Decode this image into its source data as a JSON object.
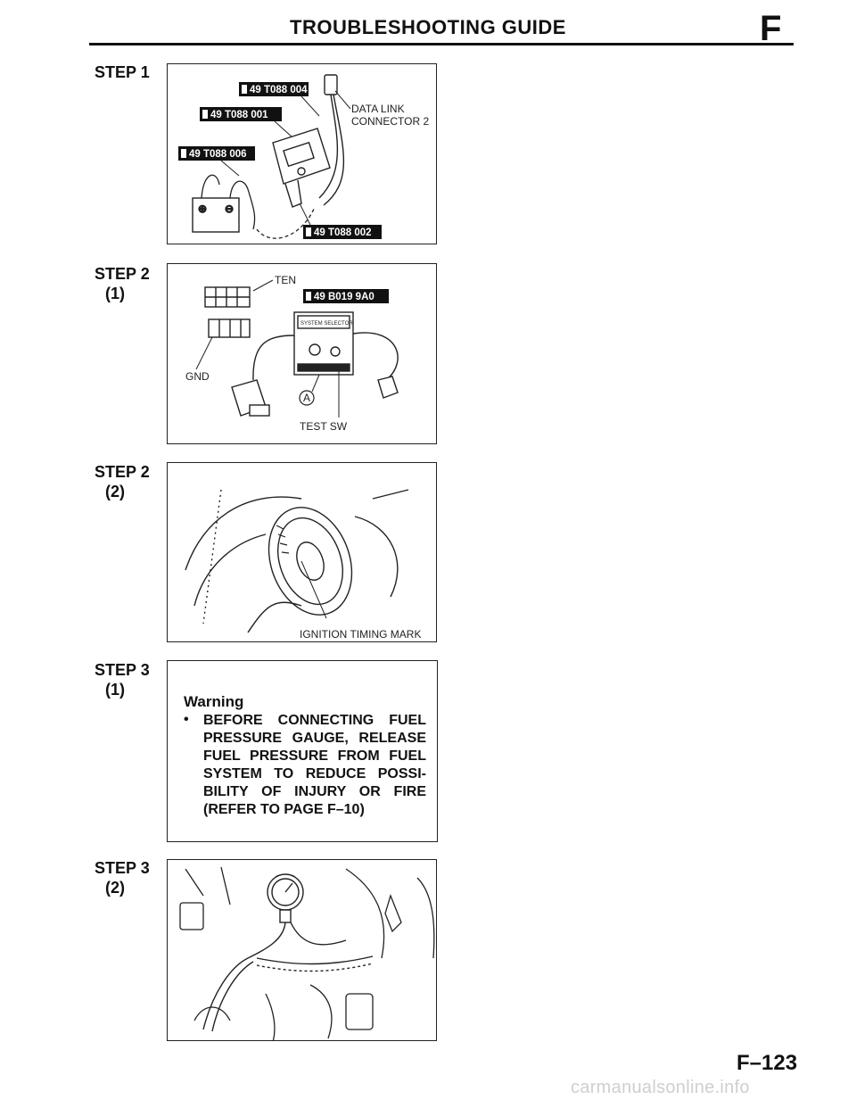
{
  "header": {
    "title": "TROUBLESHOOTING GUIDE",
    "section_letter": "F"
  },
  "steps": [
    {
      "label": "STEP 1",
      "sub": ""
    },
    {
      "label": "STEP 2",
      "sub": "(1)"
    },
    {
      "label": "STEP 2",
      "sub": "(2)"
    },
    {
      "label": "STEP 3",
      "sub": "(1)"
    },
    {
      "label": "STEP 3",
      "sub": "(2)"
    }
  ],
  "figure1": {
    "tag_a": "49 T088 004",
    "tag_b": "49 T088 001",
    "tag_c": "49 T088 006",
    "tag_d": "49 T088 002",
    "connector_line1": "DATA LINK",
    "connector_line2": "CONNECTOR 2",
    "plus_symbol": "⊕",
    "minus_symbol": "⊖"
  },
  "figure2": {
    "ten_label": "TEN",
    "tag": "49 B019 9A0",
    "gnd_label": "GND",
    "marker": "A",
    "test_sw_label": "TEST SW",
    "selector_label": "SYSTEM SELECTOR"
  },
  "figure3": {
    "timing_label": "IGNITION TIMING MARK"
  },
  "warning": {
    "title": "Warning",
    "bullet": "•",
    "text": "BEFORE CONNECTING FUEL PRESSURE GAUGE, RELEASE FUEL PRESSURE FROM FUEL SYSTEM TO REDUCE POSSI-BILITY OF INJURY OR FIRE (REFER TO PAGE F–10)"
  },
  "footer": {
    "page_number": "F–123",
    "watermark": "carmanualsonline.info"
  }
}
